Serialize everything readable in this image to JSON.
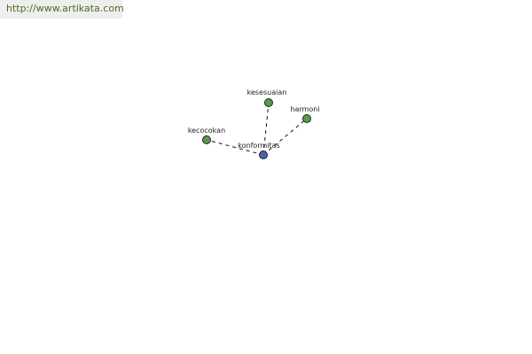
{
  "site": {
    "url": "http://www.artikata.com"
  },
  "graph": {
    "colors": {
      "center_node": "#4a5fb0",
      "related_node": "#5a9a4e",
      "node_stroke": "#222222",
      "edge": "#111111"
    },
    "center": {
      "label": "konformitas"
    },
    "related": [
      {
        "label": "kesesuaian"
      },
      {
        "label": "harmoni"
      },
      {
        "label": "kecocokan"
      }
    ]
  }
}
